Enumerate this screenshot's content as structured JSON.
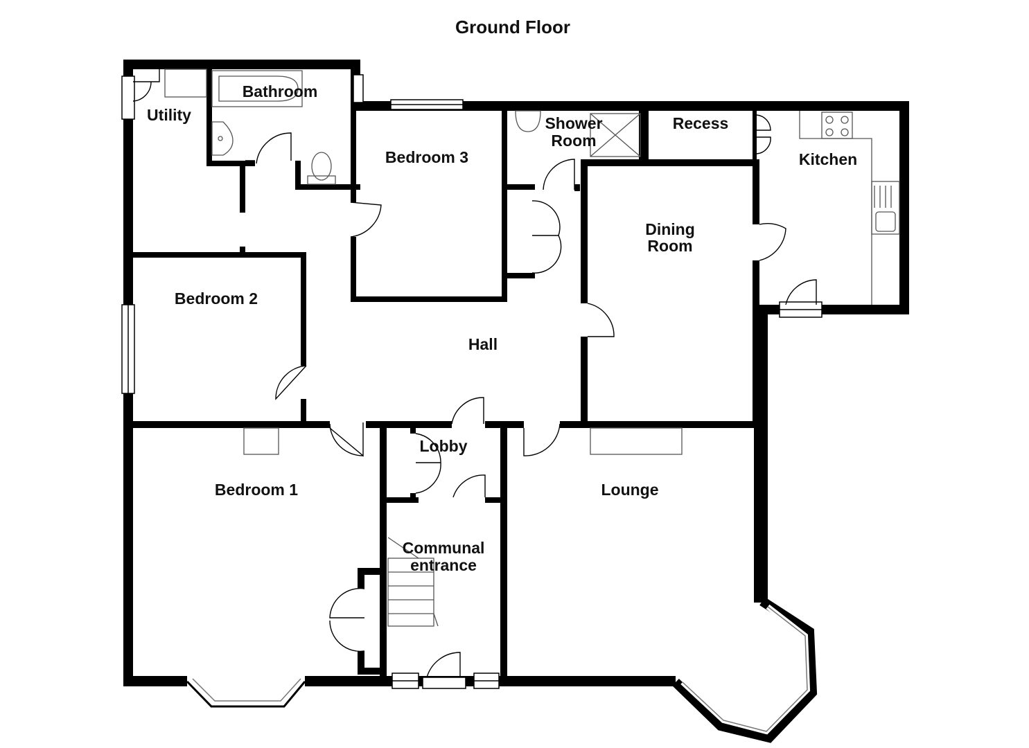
{
  "title": "Ground Floor",
  "rooms": {
    "utility": "Utility",
    "bathroom": "Bathroom",
    "bedroom3": "Bedroom 3",
    "shower_room": [
      "Shower",
      "Room"
    ],
    "recess": "Recess",
    "kitchen": "Kitchen",
    "dining_room": [
      "Dining",
      "Room"
    ],
    "bedroom2": "Bedroom 2",
    "hall": "Hall",
    "lobby": "Lobby",
    "bedroom1": "Bedroom 1",
    "lounge": "Lounge",
    "communal_entrance": [
      "Communal",
      "entrance"
    ]
  },
  "colors": {
    "wall": "#000000",
    "fixture": "#555555",
    "window": "#777777"
  }
}
